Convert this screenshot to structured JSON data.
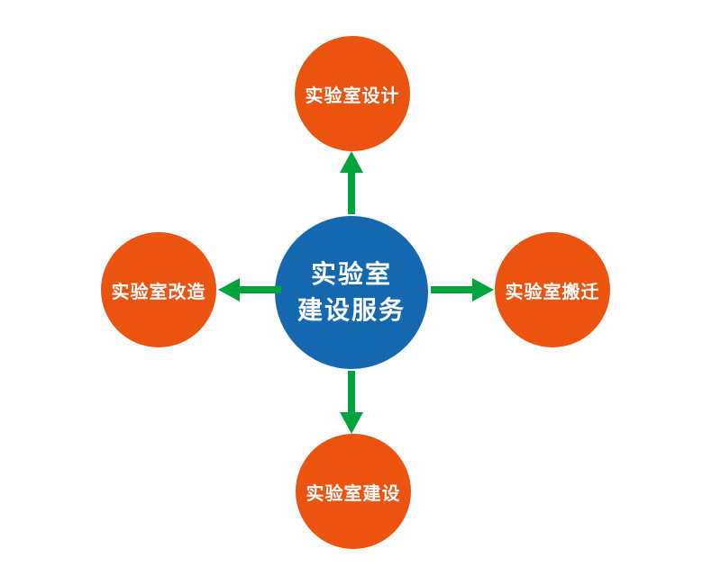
{
  "diagram": {
    "center": {
      "line1": "实验室",
      "line2": "建设服务"
    },
    "nodes": {
      "top": {
        "label": "实验室设计"
      },
      "left": {
        "label": "实验室改造"
      },
      "right": {
        "label": "实验室搬迁"
      },
      "bottom": {
        "label": "实验室建设"
      }
    },
    "colors": {
      "center_fill": "#1567b0",
      "satellite_fill": "#ea5310",
      "arrow": "#00a33c",
      "label_text": "#ffffff",
      "background": "#ffffff"
    }
  }
}
